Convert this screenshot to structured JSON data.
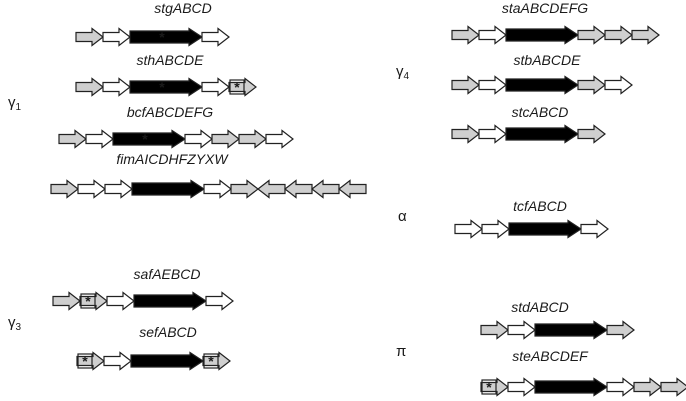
{
  "colors": {
    "grey_fill": "#cfcfcf",
    "white_fill": "#ffffff",
    "usher_fill": "#000000",
    "stroke": "#222222",
    "star_on_black": "#ffffff",
    "star_on_box": "#000000"
  },
  "classes": [
    {
      "id": "g1",
      "symbol": "γ",
      "subscript": "1"
    },
    {
      "id": "g3",
      "symbol": "γ",
      "subscript": "3"
    },
    {
      "id": "g4",
      "symbol": "γ",
      "subscript": "4"
    },
    {
      "id": "alpha",
      "symbol": "α",
      "subscript": ""
    },
    {
      "id": "pi",
      "symbol": "π",
      "subscript": ""
    }
  ],
  "star_symbol": "*",
  "operons": [
    {
      "name": "stgABCD",
      "genes": [
        {
          "type": "grey",
          "dir": "right"
        },
        {
          "type": "white",
          "dir": "right"
        },
        {
          "type": "usher",
          "dir": "right",
          "star": true
        },
        {
          "type": "white",
          "dir": "right"
        }
      ]
    },
    {
      "name": "sthABCDE",
      "genes": [
        {
          "type": "grey",
          "dir": "right"
        },
        {
          "type": "white",
          "dir": "right"
        },
        {
          "type": "usher",
          "dir": "right",
          "star": true
        },
        {
          "type": "white",
          "dir": "right"
        },
        {
          "type": "grey",
          "dir": "right",
          "boxstar": true
        }
      ]
    },
    {
      "name": "bcfABCDEFG",
      "genes": [
        {
          "type": "grey",
          "dir": "right"
        },
        {
          "type": "white",
          "dir": "right"
        },
        {
          "type": "usher",
          "dir": "right",
          "star": true
        },
        {
          "type": "white",
          "dir": "right"
        },
        {
          "type": "grey",
          "dir": "right"
        },
        {
          "type": "grey",
          "dir": "right"
        },
        {
          "type": "white",
          "dir": "right"
        }
      ]
    },
    {
      "name": "fimAICDHFZYXW",
      "genes": [
        {
          "type": "grey",
          "dir": "right"
        },
        {
          "type": "white",
          "dir": "right"
        },
        {
          "type": "white",
          "dir": "right"
        },
        {
          "type": "usher",
          "dir": "right"
        },
        {
          "type": "white",
          "dir": "right"
        },
        {
          "type": "grey",
          "dir": "right"
        },
        {
          "type": "grey",
          "dir": "left"
        },
        {
          "type": "grey",
          "dir": "left"
        },
        {
          "type": "grey",
          "dir": "left"
        },
        {
          "type": "grey",
          "dir": "left"
        }
      ]
    },
    {
      "name": "safAEBCD",
      "genes": [
        {
          "type": "grey",
          "dir": "right"
        },
        {
          "type": "grey",
          "dir": "right",
          "boxstar": true
        },
        {
          "type": "white",
          "dir": "right"
        },
        {
          "type": "usher",
          "dir": "right"
        },
        {
          "type": "white",
          "dir": "right"
        }
      ]
    },
    {
      "name": "sefABCD",
      "genes": [
        {
          "type": "grey",
          "dir": "right",
          "boxstar": true
        },
        {
          "type": "white",
          "dir": "right"
        },
        {
          "type": "usher",
          "dir": "right"
        },
        {
          "type": "grey",
          "dir": "right",
          "boxstar": true
        }
      ]
    },
    {
      "name": "staABCDEFG",
      "genes": [
        {
          "type": "grey",
          "dir": "right"
        },
        {
          "type": "white",
          "dir": "right"
        },
        {
          "type": "usher",
          "dir": "right"
        },
        {
          "type": "grey",
          "dir": "right"
        },
        {
          "type": "grey",
          "dir": "right"
        },
        {
          "type": "grey",
          "dir": "right"
        }
      ]
    },
    {
      "name": "stbABCDE",
      "genes": [
        {
          "type": "grey",
          "dir": "right"
        },
        {
          "type": "white",
          "dir": "right"
        },
        {
          "type": "usher",
          "dir": "right"
        },
        {
          "type": "grey",
          "dir": "right"
        },
        {
          "type": "white",
          "dir": "right"
        }
      ]
    },
    {
      "name": "stcABCD",
      "genes": [
        {
          "type": "grey",
          "dir": "right"
        },
        {
          "type": "white",
          "dir": "right"
        },
        {
          "type": "usher",
          "dir": "right"
        },
        {
          "type": "grey",
          "dir": "right"
        }
      ]
    },
    {
      "name": "tcfABCD",
      "genes": [
        {
          "type": "white",
          "dir": "right"
        },
        {
          "type": "white",
          "dir": "right"
        },
        {
          "type": "usher",
          "dir": "right"
        },
        {
          "type": "white",
          "dir": "right"
        }
      ]
    },
    {
      "name": "stdABCD",
      "genes": [
        {
          "type": "grey",
          "dir": "right"
        },
        {
          "type": "white",
          "dir": "right"
        },
        {
          "type": "usher",
          "dir": "right"
        },
        {
          "type": "grey",
          "dir": "right"
        }
      ]
    },
    {
      "name": "steABCDEF",
      "genes": [
        {
          "type": "grey",
          "dir": "right",
          "boxstar": true
        },
        {
          "type": "white",
          "dir": "right"
        },
        {
          "type": "usher",
          "dir": "right"
        },
        {
          "type": "white",
          "dir": "right"
        },
        {
          "type": "grey",
          "dir": "right"
        },
        {
          "type": "grey",
          "dir": "right"
        }
      ]
    }
  ]
}
